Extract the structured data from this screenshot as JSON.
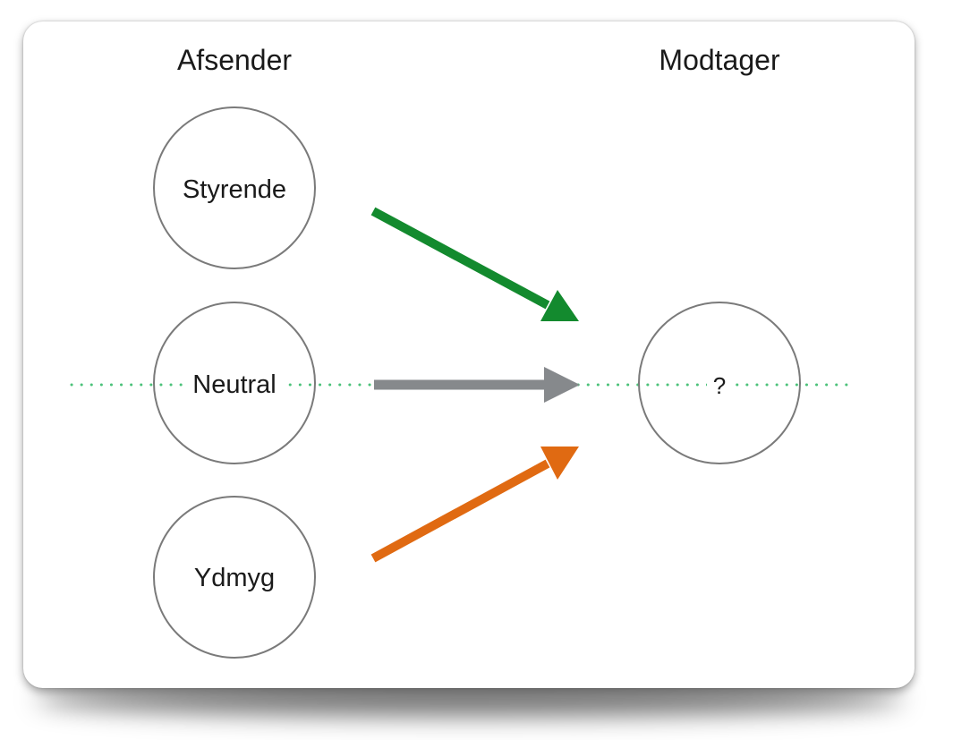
{
  "headers": {
    "sender": "Afsender",
    "receiver": "Modtager"
  },
  "senders": [
    {
      "label": "Styrende",
      "arrow_color": "#138a2e"
    },
    {
      "label": "Neutral",
      "arrow_color": "#86898c"
    },
    {
      "label": "Ydmyg",
      "arrow_color": "#e06a12"
    }
  ],
  "receiver": {
    "label": "?"
  },
  "colors": {
    "circle_stroke": "#7a7a7a",
    "baseline_dots": "#4cc27a"
  }
}
